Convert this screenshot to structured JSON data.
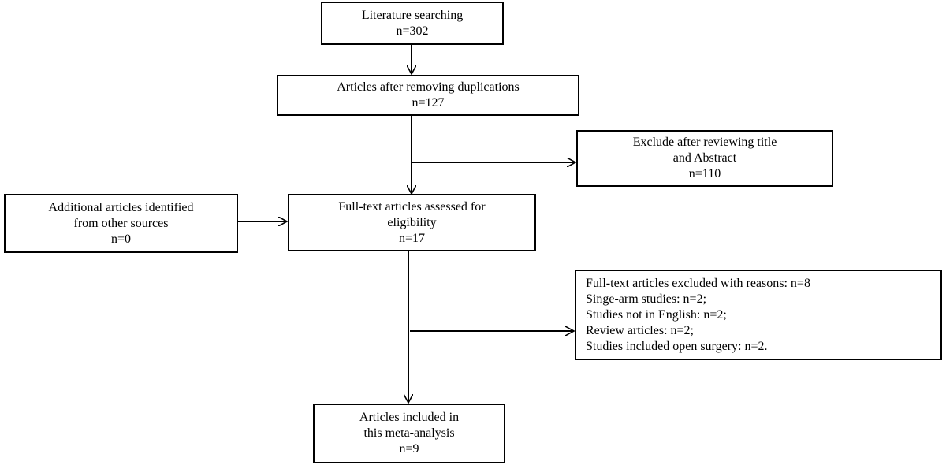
{
  "boxes": {
    "search": {
      "lines": [
        "Literature searching",
        "n=302"
      ]
    },
    "dedup": {
      "lines": [
        "Articles after removing duplications",
        "n=127"
      ]
    },
    "excl_title": {
      "lines": [
        "Exclude after reviewing title",
        "and Abstract",
        "n=110"
      ]
    },
    "additional": {
      "lines": [
        "Additional articles identified",
        "from other sources",
        "n=0"
      ]
    },
    "fulltext": {
      "lines": [
        "Full-text articles assessed for",
        "eligibility",
        "n=17"
      ]
    },
    "excl_full": {
      "lines": [
        "Full-text articles excluded with reasons: n=8",
        "Singe-arm studies: n=2;",
        "Studies not in English: n=2;",
        "Review articles: n=2;",
        "Studies included open surgery: n=2."
      ]
    },
    "included": {
      "lines": [
        "Articles included in",
        "this meta-analysis",
        "n=9"
      ]
    }
  }
}
